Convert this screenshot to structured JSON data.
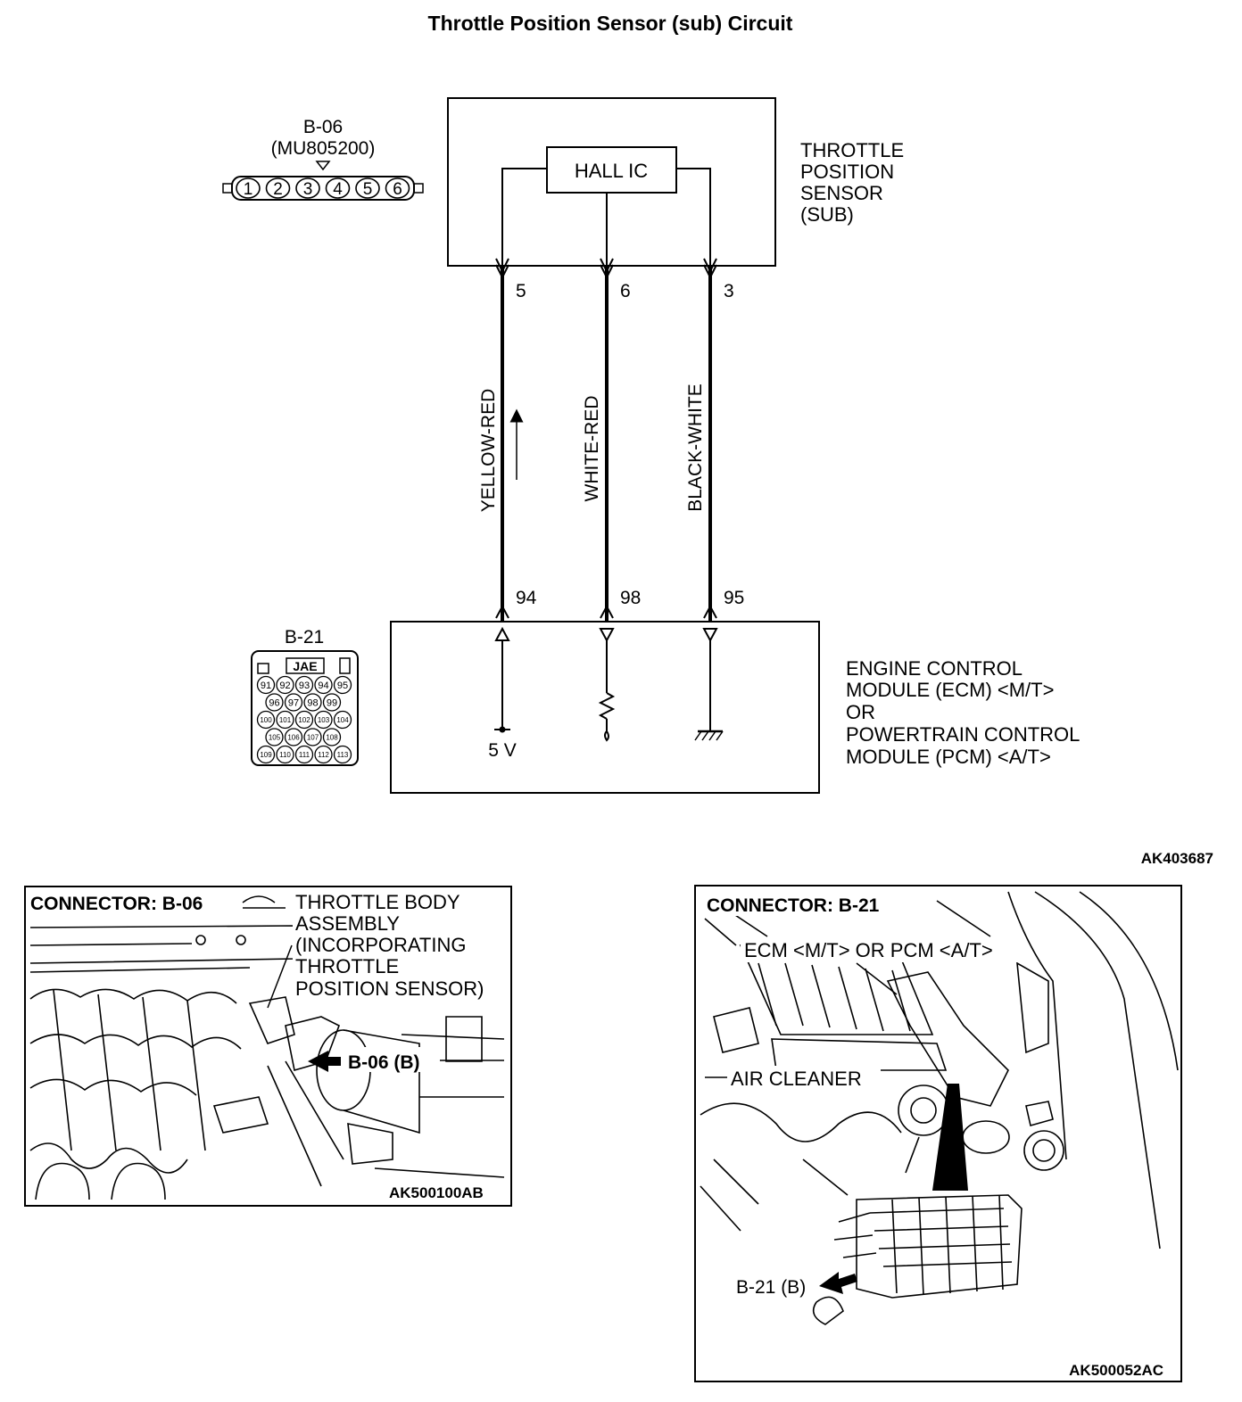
{
  "title": "Throttle Position Sensor (sub) Circuit",
  "sensor": {
    "connector_id": "B-06",
    "part_number": "(MU805200)",
    "pins": [
      "1",
      "2",
      "3",
      "4",
      "5",
      "6"
    ],
    "component_label": "HALL IC",
    "name_lines": [
      "THROTTLE",
      "POSITION",
      "SENSOR",
      "(SUB)"
    ]
  },
  "wires": [
    {
      "sensor_pin": "5",
      "color": "YELLOW-RED",
      "ecm_pin": "94",
      "ecm_side": "5 V"
    },
    {
      "sensor_pin": "6",
      "color": "WHITE-RED",
      "ecm_pin": "98",
      "ecm_side": ""
    },
    {
      "sensor_pin": "3",
      "color": "BLACK-WHITE",
      "ecm_pin": "95",
      "ecm_side": ""
    }
  ],
  "ecm": {
    "connector_id": "B-21",
    "maker": "JAE",
    "pin_rows": [
      [
        "91",
        "92",
        "93",
        "94",
        "95"
      ],
      [
        "96",
        "97",
        "98",
        "99"
      ],
      [
        "100",
        "101",
        "102",
        "103",
        "104"
      ],
      [
        "105",
        "106",
        "107",
        "108"
      ],
      [
        "109",
        "110",
        "111",
        "112",
        "113"
      ]
    ],
    "name_lines": [
      "ENGINE CONTROL",
      "MODULE (ECM) <M/T>",
      "OR",
      "POWERTRAIN CONTROL",
      "MODULE (PCM) <A/T>"
    ],
    "voltage_label": "5 V"
  },
  "diagram_code": "AK403687",
  "photo_b06": {
    "header": "CONNECTOR: B-06",
    "callout_lines": [
      "THROTTLE BODY",
      "ASSEMBLY",
      "(INCORPORATING",
      "THROTTLE",
      "POSITION SENSOR)"
    ],
    "pointer_label": "B-06 (B)",
    "code": "AK500100AB"
  },
  "photo_b21": {
    "header": "CONNECTOR: B-21",
    "ecm_label": "ECM <M/T> OR PCM <A/T>",
    "air_cleaner_label": "AIR CLEANER",
    "pointer_label": "B-21 (B)",
    "code": "AK500052AC"
  }
}
